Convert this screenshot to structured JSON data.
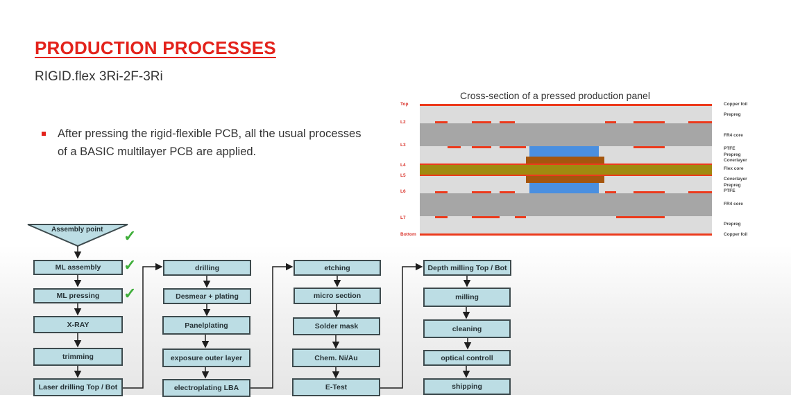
{
  "slide": {
    "title": "PRODUCTION PROCESSES",
    "subtitle": "RIGID.flex 3Ri-2F-3Ri",
    "bullet": "After pressing the rigid-flexible PCB, all the usual processes of a BASIC multilayer PCB are applied.",
    "accent_color": "#e3221b"
  },
  "cross_section": {
    "title": "Cross-section of a pressed production panel",
    "left_labels": [
      "Top",
      "L2",
      "L3",
      "L4",
      "L5",
      "L6",
      "L7",
      "Bottom"
    ],
    "right_labels": [
      "Copper foil",
      "Prepreg",
      "FR4 core",
      "PTFE",
      "Prepreg",
      "Coverlayer",
      "Flex core",
      "Coverlayer",
      "Prepreg",
      "PTFE",
      "FR4 core",
      "Prepreg",
      "Copper foil"
    ],
    "colors": {
      "copper": "#ec3a1c",
      "prepreg": "#dcdcdc",
      "fr4": "#a6a6a6",
      "ptfe": "#4a8fe0",
      "coverlayer": "#a5560e",
      "flex_core": "#a08a10"
    }
  },
  "flowchart": {
    "start": "Assembly point",
    "columns": [
      [
        "ML assembly",
        "ML pressing",
        "X-RAY",
        "trimming",
        "Laser drilling Top / Bot"
      ],
      [
        "drilling",
        "Desmear + plating",
        "Panelplating",
        "exposure outer layer",
        "electroplating LBA"
      ],
      [
        "etching",
        "micro section",
        "Solder mask",
        "Chem. Ni/Au",
        "E-Test"
      ],
      [
        "Depth milling Top / Bot",
        "milling",
        "cleaning",
        "optical controll",
        "shipping"
      ]
    ],
    "checks": [
      "check-mark",
      "check-mark",
      "check-mark"
    ],
    "check_glyph": "✓",
    "check_color": "#3fae3a"
  }
}
